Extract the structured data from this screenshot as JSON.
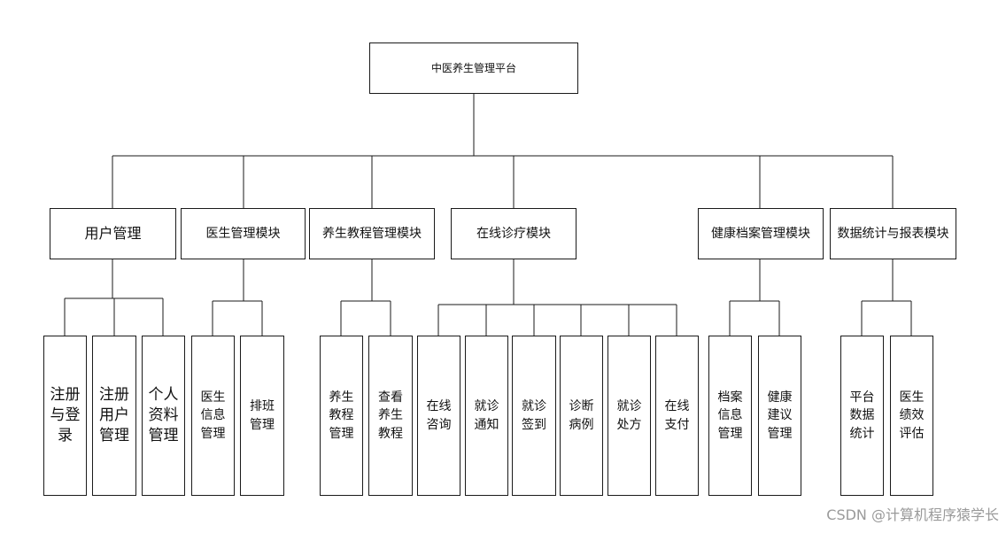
{
  "diagram": {
    "root": "中医养生管理平台",
    "modules": [
      {
        "label": "用户管理",
        "children": [
          "注册与登录",
          "注册用户管理",
          "个人资料管理"
        ]
      },
      {
        "label": "医生管理模块",
        "children": [
          "医生信息管理",
          "排班管理"
        ]
      },
      {
        "label": "养生教程管理模块",
        "children": [
          "养生教程管理",
          "查看养生教程"
        ]
      },
      {
        "label": "在线诊疗模块",
        "children": [
          "在线咨询",
          "就诊通知",
          "就诊签到",
          "诊断病例",
          "就诊处方",
          "在线支付"
        ]
      },
      {
        "label": "健康档案管理模块",
        "children": [
          "档案信息管理",
          "健康建议管理"
        ]
      },
      {
        "label": "数据统计与报表模块",
        "children": [
          "平台数据统计",
          "医生绩效评估"
        ]
      }
    ]
  },
  "watermark": "CSDN @计算机程序猿学长"
}
